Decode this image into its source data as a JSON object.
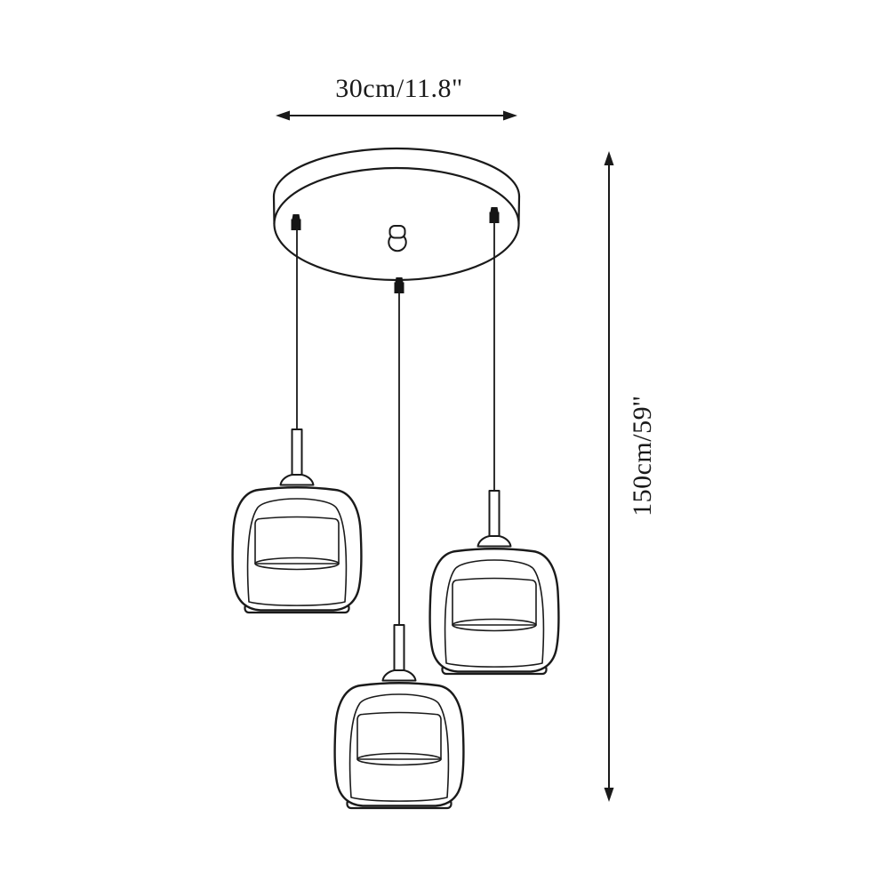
{
  "page": {
    "background": "#ffffff"
  },
  "colors": {
    "line": "#1a1a1a",
    "text": "#1a1a1a",
    "fixture_fill": "#ffffff",
    "cord_grip_fill": "#151515"
  },
  "dimension_labels": {
    "width": "30cm/11.8\"",
    "height": "150cm/59''"
  },
  "diagram": {
    "parts": [
      "ceiling-canopy",
      "canopy-mounting-hole",
      "cord-grip-left",
      "cord-grip-right",
      "cord-grip-center",
      "cord-left",
      "cord-right",
      "cord-center",
      "pendant-left",
      "pendant-right",
      "pendant-bottom"
    ]
  }
}
